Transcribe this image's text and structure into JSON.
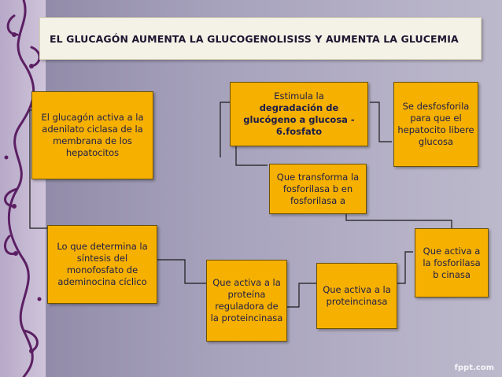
{
  "slide": {
    "title": "EL GLUCAGÓN AUMENTA LA GLUCOGENOLISISS Y AUMENTA LA GLUCEMIA",
    "watermark": "fppt.com"
  },
  "boxes": {
    "b1": "El glucagón activa  a la adenilato ciclasa de la membrana de los hepatocitos",
    "b2_line1": "Estimula la",
    "b2_line2": "degradación de glucógeno a glucosa - 6.fosfato",
    "b3": "Se desfosforila para que el hepatocito libere glucosa",
    "b4": "Que transforma la fosforilasa b en fosforilasa a",
    "b5": "Lo que determina la síntesis del monofosfato de ademinocina cíclico",
    "b6": "Que activa a la fosforilasa b cinasa",
    "b7": "Que activa a la proteína reguladora de la proteincinasa",
    "b8": "Que activa a la proteincinasa"
  },
  "colors": {
    "box_fill": "#f6b000",
    "box_text": "#1d1d4a",
    "text_highlight": "#c9ad62",
    "header_fill": "#f4f1e6",
    "background": "#a8a3bd",
    "connector": "#1a1a1a",
    "swirl": "#5b1f63"
  }
}
